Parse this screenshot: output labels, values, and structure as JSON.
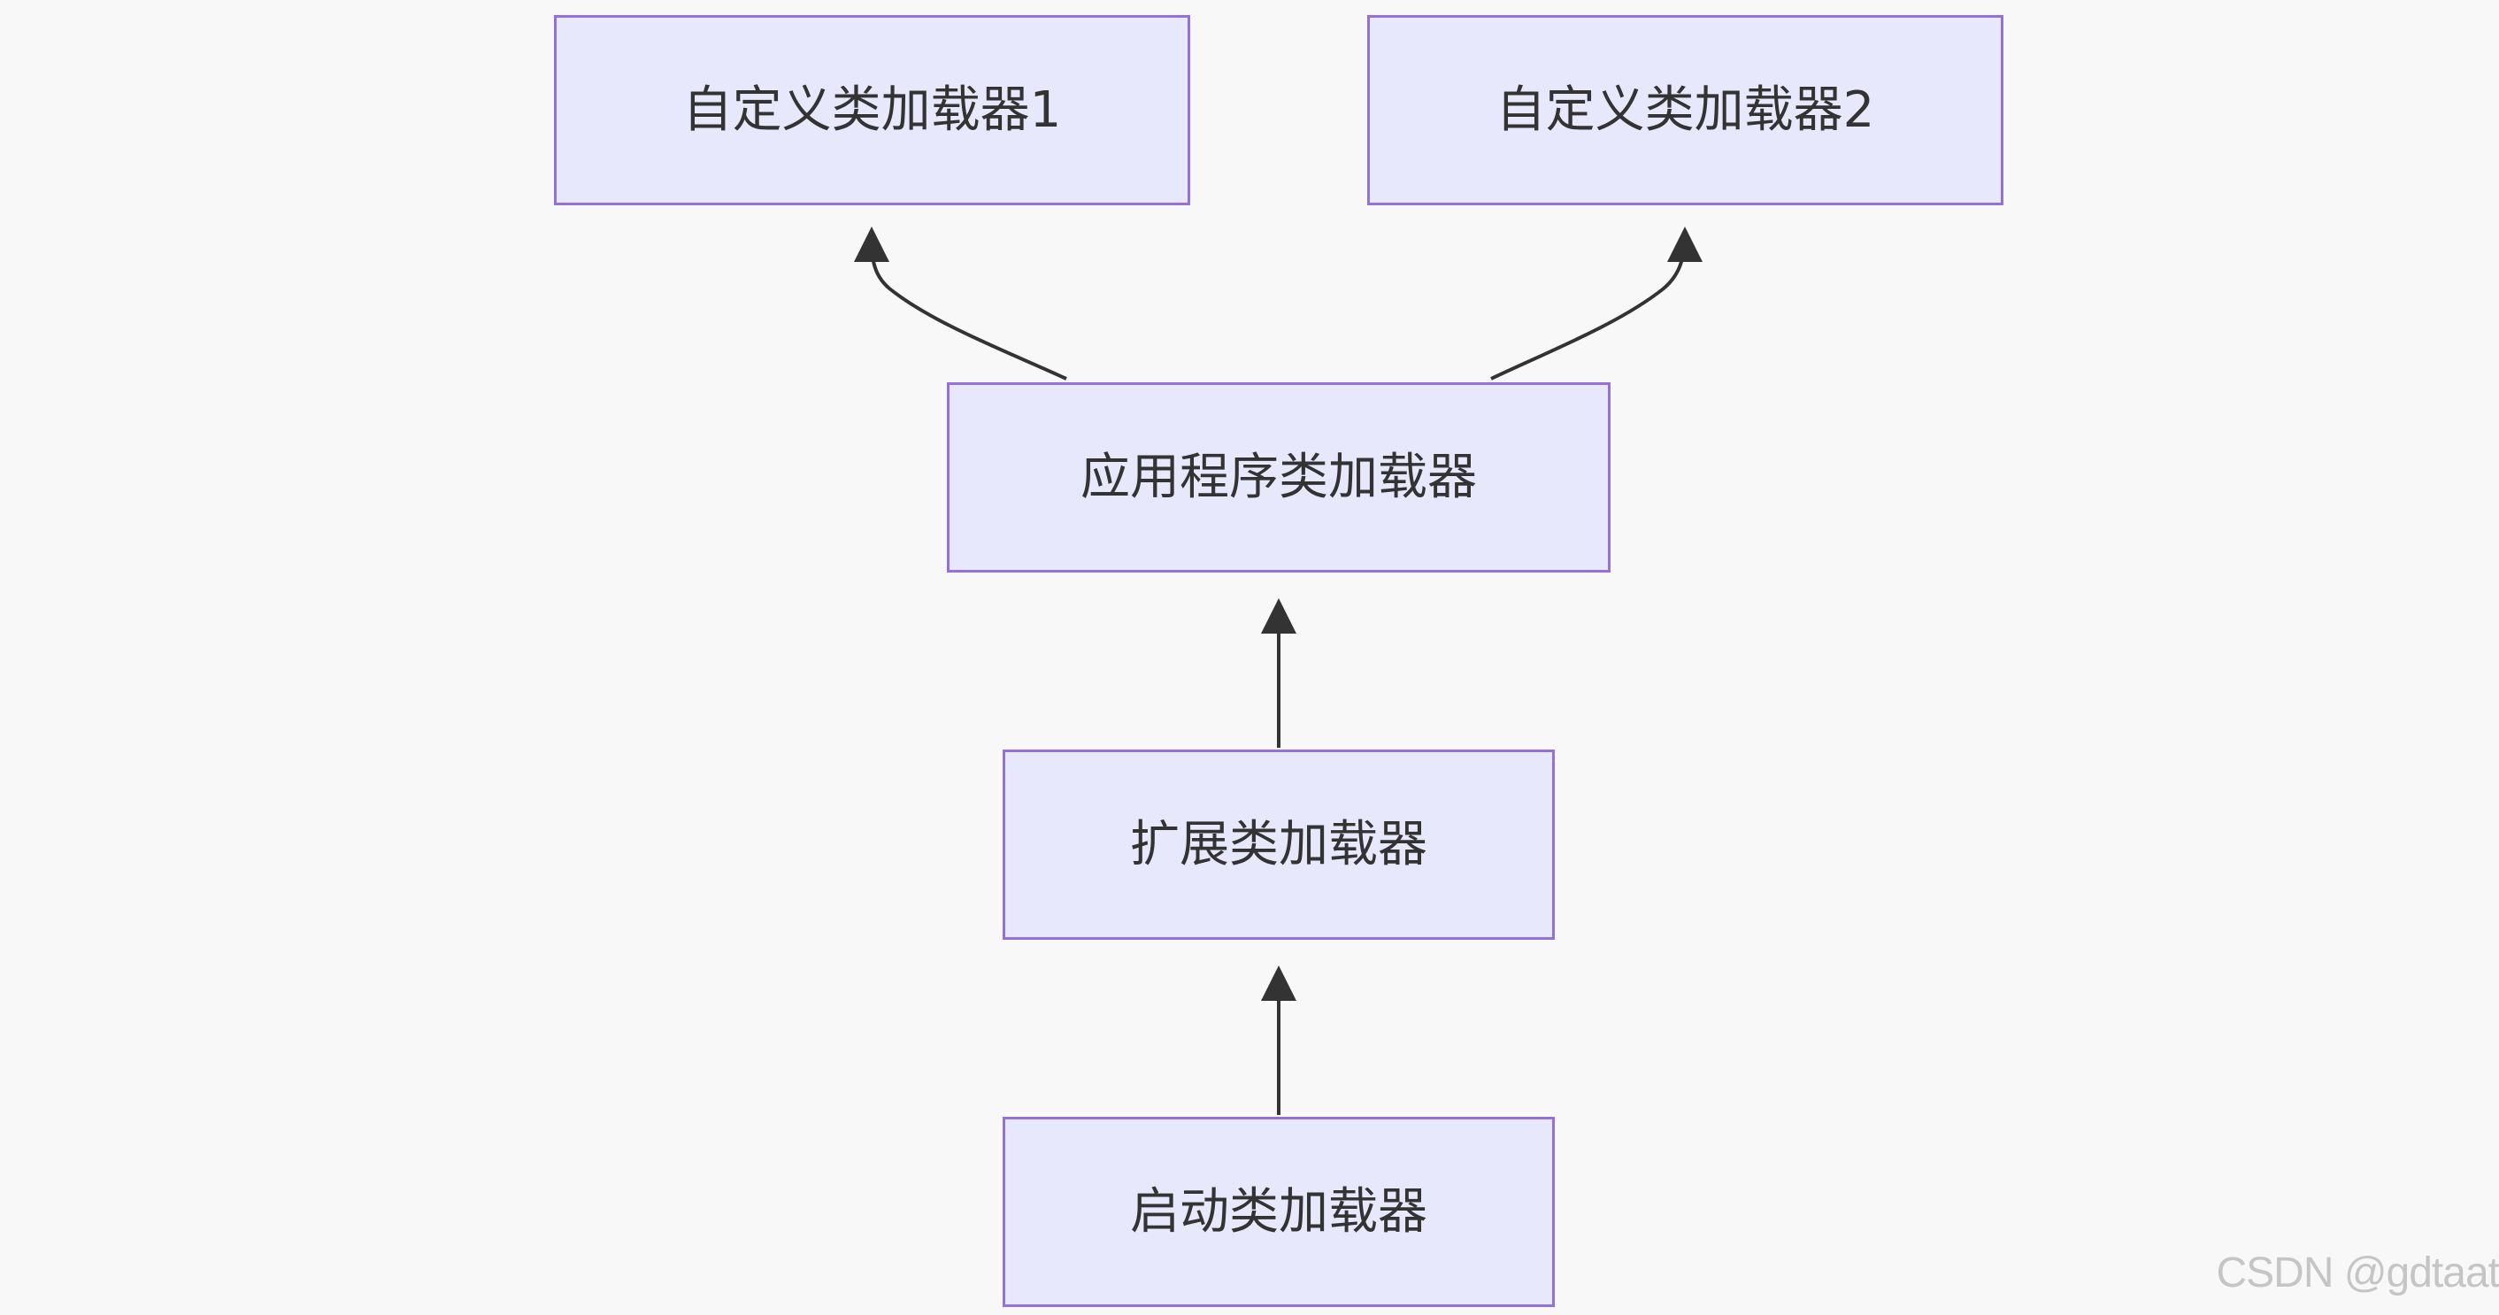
{
  "diagram": {
    "nodes": {
      "custom_loader_1": "自定义类加载器1",
      "custom_loader_2": "自定义类加载器2",
      "app_loader": "应用程序类加载器",
      "ext_loader": "扩展类加载器",
      "boot_loader": "启动类加载器"
    },
    "edges": [
      {
        "from": "app_loader",
        "to": "custom_loader_1"
      },
      {
        "from": "app_loader",
        "to": "custom_loader_2"
      },
      {
        "from": "ext_loader",
        "to": "app_loader"
      },
      {
        "from": "boot_loader",
        "to": "ext_loader"
      }
    ],
    "colors": {
      "background": "#f8f8f8",
      "node_fill": "#e8e8fd",
      "node_border": "#9370db",
      "text": "#333333",
      "edge": "#333333"
    }
  },
  "watermark": "CSDN @gdtaat"
}
